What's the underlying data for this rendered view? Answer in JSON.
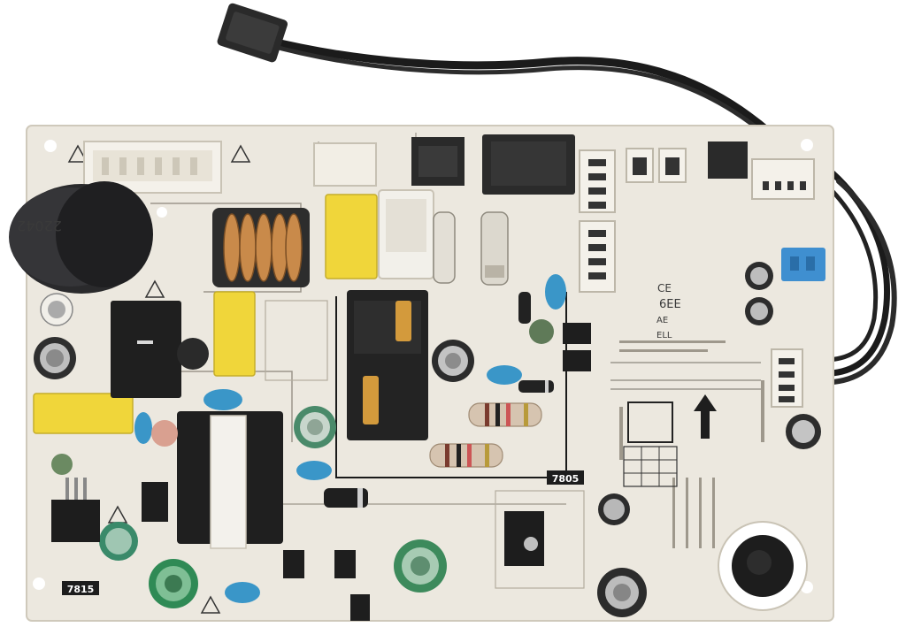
{
  "board": {
    "capacitor_main_text": "22042",
    "regulator_label_1": "7815",
    "regulator_label_2": "7805",
    "marking_ce": "CE",
    "marking_ae": "AE",
    "marking_code": "6EE",
    "marking_rev": "ELL"
  },
  "colors": {
    "pcb": "#ece8df",
    "trace": "#1a1a1a",
    "relay": "#2b2b2b",
    "yellow_cap": "#f0d63a",
    "blue_cap": "#3a96c8",
    "connector": "#f4f1ea",
    "wire": "#1b1b1b",
    "terminal_blue": "#3f8fd0"
  }
}
